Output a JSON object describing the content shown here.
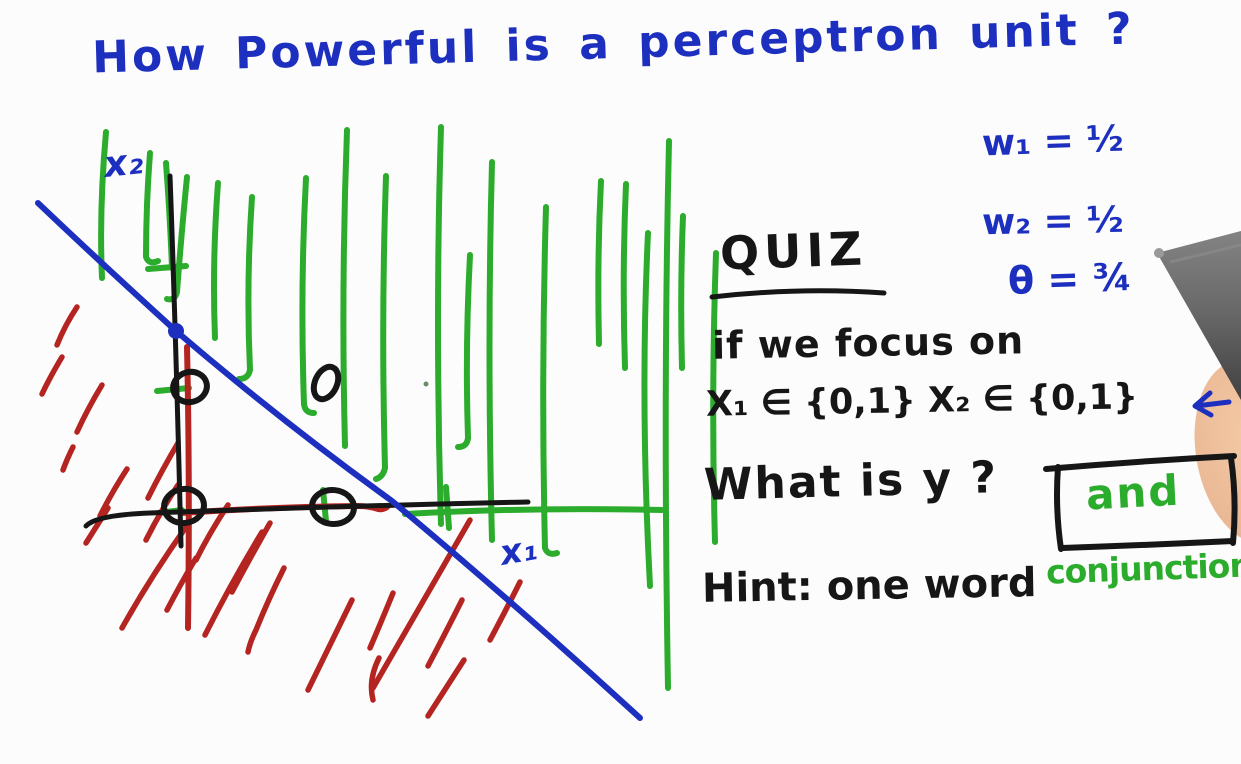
{
  "title": "How Powerful is a perceptron unit ?",
  "graph_labels": {
    "x_axis": "x₁",
    "y_axis": "x₂"
  },
  "parameters": {
    "w1": "w₁ = ½",
    "w2": "w₂ = ½",
    "theta": "θ = ¾"
  },
  "quiz": {
    "heading": "QUIZ",
    "line1": "if we focus on",
    "line2": "X₁ ∈ {0,1}  X₂ ∈ {0,1}",
    "question": "What is y ?",
    "hint": "Hint: one word",
    "answer": "and",
    "answer_label": "conjunction"
  },
  "icons": {
    "answer_arrow": "left-arrow"
  },
  "colors": {
    "ink_blue": "#1c2fbe",
    "ink_green": "#2cac2c",
    "ink_red": "#b42420",
    "ink_black": "#161616",
    "pen_gray": "#5a5a5a",
    "finger_skin": "#e9b794"
  }
}
